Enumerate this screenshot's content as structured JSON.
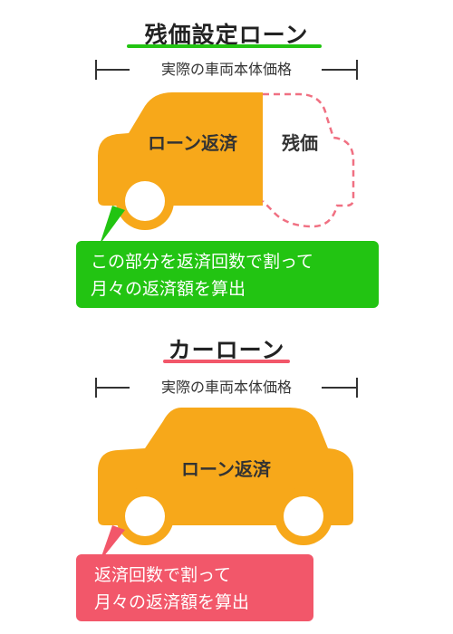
{
  "residual": {
    "title": "残価設定ローン",
    "dimension_label": "実際の車両本体価格",
    "loan_label": "ローン返済",
    "residual_label": "残価",
    "callout_line1": "この部分を返済回数で割って",
    "callout_line2": "月々の返済額を算出"
  },
  "carloan": {
    "title": "カーローン",
    "dimension_label": "実際の車両本体価格",
    "loan_label": "ローン返済",
    "callout_line1": "返済回数で割って",
    "callout_line2": "月々の返済額を算出"
  },
  "colors": {
    "car_body": "#F7A81A",
    "green_accent": "#22C412",
    "red_accent": "#F2576A",
    "dashed_outline": "#F07082"
  }
}
